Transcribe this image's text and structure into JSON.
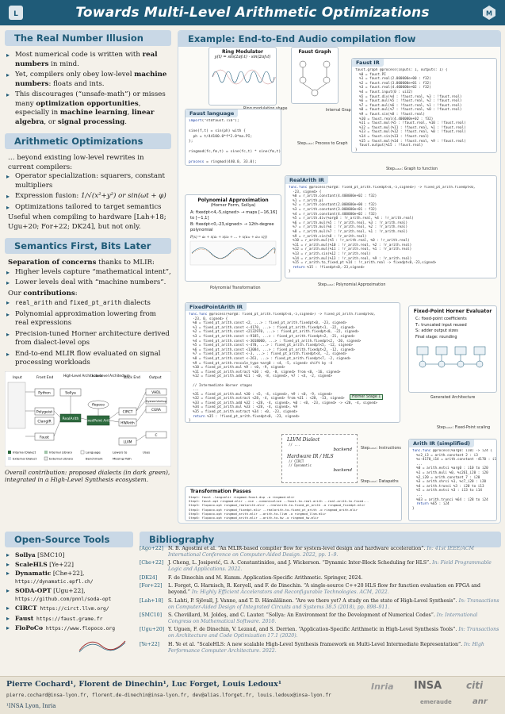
{
  "title": "Towards Multi-Level Arithmetic Optimizations",
  "colors": {
    "header": "#1f5b78",
    "section": "#c9d8e6",
    "accent": "#1f5b78"
  },
  "s1": {
    "title": "The Real Number Illusion",
    "i1a": "Most numerical code is written with ",
    "i1b": "real numbers",
    "i1c": " in mind.",
    "i2a": "Yet, compilers only obey low-level ",
    "i2b": "machine numbers",
    "i2c": ": floats and ints.",
    "i3a": "This discourages (“unsafe-math”) or misses many ",
    "i3b": "optimization opportunities",
    "i3c": ", especially in ",
    "i3d": "machine learning",
    "i3e": ", ",
    "i3f": "linear algebra",
    "i3g": ", or ",
    "i3h": "signal processing",
    "i3i": "."
  },
  "s2": {
    "title": "Arithmetic Optimizations",
    "intro": "… beyond existing low-level rewrites in current compilers:",
    "i1": "Operator specialization: squarers, constant multipliers",
    "i2a": "Expression fusion: ",
    "i2b": "1/√(x²+y²)",
    "i2c": " or sin(ωt + φ)",
    "i3": "Optimizations tailored to target semantics",
    "outro": "Useful when compiling to hardware [Lah+18; Ugu+20; For+22; DK24], but not only."
  },
  "s3": {
    "title": "Semantics First, Bits Later",
    "p1a": "Separation of concerns",
    "p1b": " thanks to MLIR:",
    "i1": "Higher levels capture “mathematical intent”,",
    "i2": "Lower levels deal with “machine numbers”.",
    "p2a": "Our ",
    "p2b": "contributions",
    "p2c": ":",
    "c1a": "real_arith",
    "c1b": " and ",
    "c1c": "fixed_pt_arith",
    "c1d": " dialects",
    "c2": "Polynomial approximation lowering from real expressions",
    "c3": "Precision-tuned Horner architecture derived from dialect-level ops",
    "c4": "End-to-end MLIR flow evaluated on signal processing workloads",
    "caption": "Overall contribution: proposed dialects (in dark green), integrated in a High-Level Synthesis ecosystem."
  },
  "eco": {
    "col_input": "Input",
    "col_front": "Front End",
    "col_hld": "High-Level Architecture",
    "col_lld": "Low-Level Architecture",
    "col_back": "Back End",
    "col_output": "Output",
    "n_faust": "Faust",
    "n_python": "Python",
    "n_sollya": "Sollya",
    "n_polygeist": "Polygeist",
    "n_clangir": "ClangIR",
    "n_realarith": "RealArith",
    "n_fixedpoint": "FixedPoint Arith",
    "n_flopoco": "flopoco",
    "n_circt": "CIRCT",
    "n_hwarith": "HWArith",
    "n_llvm": "LLVM",
    "n_vhdl": "VHDL",
    "n_sv": "SystemVerilog",
    "n_cgra": "CGRA",
    "n_c": "C",
    "legend": [
      "Internal Dialect",
      "Internal Library",
      "Language",
      "Lowers to",
      "Uses",
      "External Dialect",
      "External Library",
      "Benchmark",
      "Missing Path"
    ]
  },
  "tools": {
    "title": "Open-Source Tools",
    "items": [
      {
        "name": "Sollya",
        "ref": " [SMC10]"
      },
      {
        "name": "ScaleHLS",
        "ref": " [Ye+22]"
      },
      {
        "name": "Dynamatic",
        "ref": " [Che+22],",
        "url": "https://dynamatic.epfl.ch/"
      },
      {
        "name": "SODA-OPT",
        "ref": " [Ugu+22],",
        "url": "https://github.com/pnnl/soda-opt"
      },
      {
        "name": "CIRCT",
        "ref": " https://circt.llvm.org/"
      },
      {
        "name": "Faust",
        "ref": " https://faust.grame.fr"
      },
      {
        "name": "FloPoCo",
        "ref": " https://www.flopoco.org"
      }
    ]
  },
  "example": {
    "title": "Example: End-to-End Audio compilation flow",
    "ring_title": "Ring Modulator",
    "ring_formula": "y(t) = sin(2πf₁t) · sin(2πf₂t)",
    "ring_caption": "Ring modulation shape",
    "faust_graph": "Faust Graph",
    "faust_lang": "Faust language",
    "faust_ir": "Faust IR",
    "internal_graph": "Internal Graph",
    "step_process": "Stepₒᵤₜᵤₜ: Process to Graph",
    "step_function": "Stepₒᵤₜᵤₜ: Graph to function",
    "poly_title": "Polynomial Approximation",
    "poly_sub": "(Horner Form, Sollya)",
    "poly_a": "A: fixedpt<4,-5,signed> → maps [−16,16] to [−1,1]",
    "poly_b": "B: fixedpt<0,-23,signed> → 12th-degree polynomial",
    "poly_eq": "P(x) = a₀ + x(a₁ + x(a₂ + … + x(a₁₁ + a₁₂ x)))",
    "poly_transform": "Polynomial Transformation",
    "realarith_ir": "RealArith IR",
    "step_poly": "Stepₒᵤₜᵤₜ: Polynomial Approximation",
    "fixed_ir": "FixedPointArith IR",
    "horner_title": "Fixed-Point Horner Evaluator",
    "horner_items": [
      "Cᵢ: fixed-point coefficients",
      "Tᵢ: truncated input reused",
      "Sᵢ: adder output sizes",
      "Final stage: rounding"
    ],
    "generated": "Generated Architecture",
    "horner_stage": "Horner Stage 1",
    "step_fixed": "Stepₒᵤₜᵤₜ: Fixed-Point scaling",
    "arith_ir": "Arith IR (simplified)",
    "llvm_dialect": "LLVM Dialect",
    "backend1": "backend",
    "hw_hls": "Hardware IR / HLS",
    "backend2": "backend",
    "step_instr": "Stepₒᵤₜᵤₜ: Instructions",
    "step_datapath": "Stepₒᵤₜᵤₜ: Datapaths",
    "passes_title": "Transformation Passes"
  },
  "bib": {
    "title": "Bibliography",
    "entries": [
      {
        "key": "[Ago+22]",
        "text": "N. B. Agostini et al. “An MLIR-based compiler flow for system-level design and hardware acceleration”. ",
        "venue": "In: 41st IEEE/ACM International Conference on Computer-Aided Design. 2022, pp. 1–9."
      },
      {
        "key": "[Che+22]",
        "text": "J. Cheng, L. Josipović, G. A. Constantinides, and J. Wickerson. “Dynamic Inter-Block Scheduling for HLS”. ",
        "venue": "In: Field Programmable Logic and Applications. 2022."
      },
      {
        "key": "[DK24]",
        "text": "F. de Dinechin and M. Kumm. Application-Specific Arithmetic. Springer, 2024.",
        "venue": ""
      },
      {
        "key": "[For+22]",
        "text": "L. Forget, G. Harnisch, R. Keryell, and F. de Dinechin. “A single-source C++20 HLS flow for function evaluation on FPGA and beyond.” ",
        "venue": "In: Highly Efficient Accelerators and Reconfigurable Technologies. ACM, 2022."
      },
      {
        "key": "[Lah+18]",
        "text": "S. Lahti, P. Sjövall, J. Vanne, and T. D. Hämäläinen. “Are we there yet? A study on the state of High-Level Synthesis”. ",
        "venue": "In: Transactions on Computer-Aided Design of Integrated Circuits and Systems 38.5 (2018), pp. 898–911."
      },
      {
        "key": "[SMC10]",
        "text": "S. Chevillard, M. Joldeş, and C. Lauter. “Sollya: An Environment for the Development of Numerical Codes”. ",
        "venue": "In: International Congress on Mathematical Software. 2010."
      },
      {
        "key": "[Ugu+20]",
        "text": "Y. Uguen, F. de Dinechin, V. Lezaud, and S. Derrien. “Application-Specific Arithmetic in High-Level Synthesis Tools”. ",
        "venue": "In: Transactions on Architecture and Code Optimization 17.1 (2020)."
      },
      {
        "key": "[Ye+22]",
        "text": "H. Ye et al. “ScaleHLS: A new scalable High-Level Synthesis framework on Multi-Level Intermediate Representation”. ",
        "venue": "In: High Performance Computer Architecture. 2022."
      }
    ]
  },
  "footer": {
    "authors": "Pierre Cochard¹, Florent de Dinechin¹, Luc Forget, Louis Ledoux¹",
    "emails": "pierre.cochard@insa-lyon.fr, florent.de-dinechin@insa-lyon.fr, dev@alias.lforget.fr, louis.ledoux@insa-lyon.fr",
    "affil": "¹INSA Lyon, Inria",
    "sponsors": [
      "Inria",
      "INSA",
      "citi",
      "emeraude",
      "anr"
    ]
  }
}
